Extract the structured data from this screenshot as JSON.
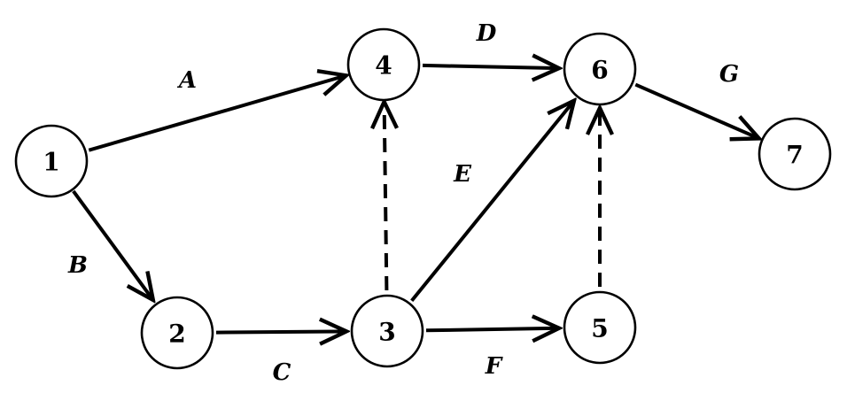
{
  "nodes": [
    {
      "id": "1",
      "label": "1"
    },
    {
      "id": "2",
      "label": "2"
    },
    {
      "id": "3",
      "label": "3"
    },
    {
      "id": "4",
      "label": "4"
    },
    {
      "id": "5",
      "label": "5"
    },
    {
      "id": "6",
      "label": "6"
    },
    {
      "id": "7",
      "label": "7"
    }
  ],
  "edges": [
    {
      "from": "1",
      "to": "4",
      "label": "A",
      "style": "solid"
    },
    {
      "from": "1",
      "to": "2",
      "label": "B",
      "style": "solid"
    },
    {
      "from": "2",
      "to": "3",
      "label": "C",
      "style": "solid"
    },
    {
      "from": "4",
      "to": "6",
      "label": "D",
      "style": "solid"
    },
    {
      "from": "3",
      "to": "6",
      "label": "E",
      "style": "solid"
    },
    {
      "from": "3",
      "to": "5",
      "label": "F",
      "style": "solid"
    },
    {
      "from": "6",
      "to": "7",
      "label": "G",
      "style": "solid"
    },
    {
      "from": "3",
      "to": "4",
      "label": "",
      "style": "dashed"
    },
    {
      "from": "5",
      "to": "6",
      "label": "",
      "style": "dashed"
    }
  ],
  "colors": {
    "stroke": "#000000",
    "background": "#ffffff"
  }
}
